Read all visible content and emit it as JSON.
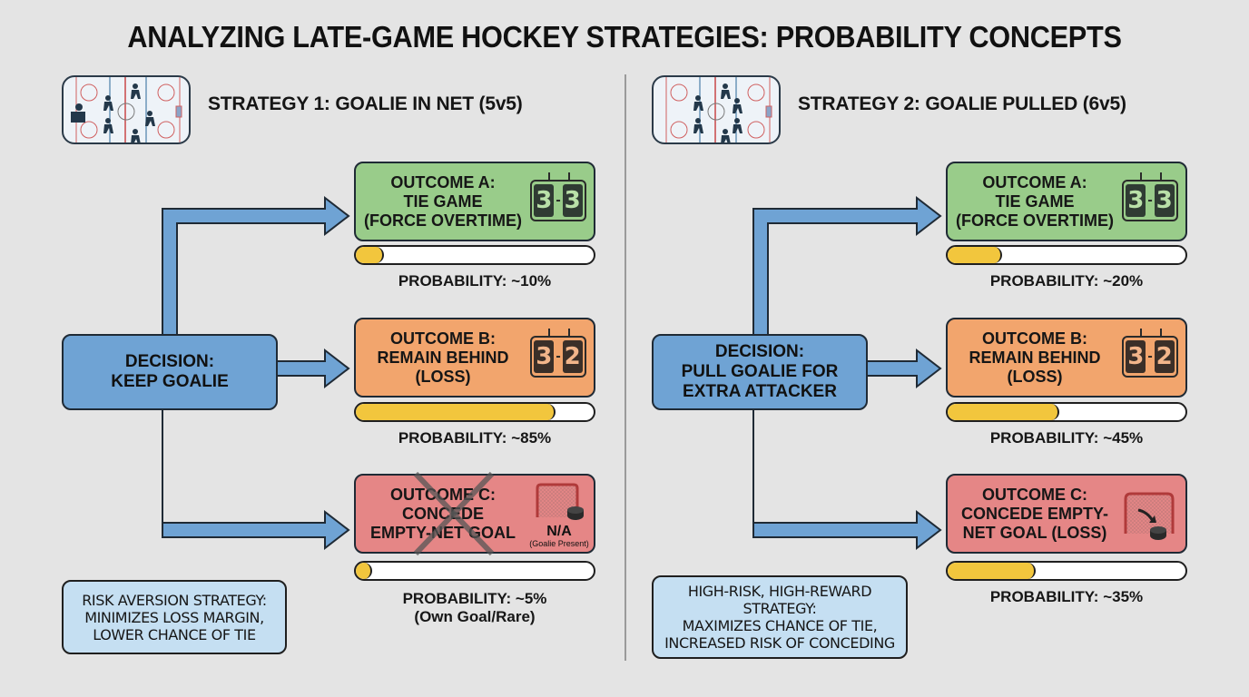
{
  "title": "ANALYZING LATE-GAME HOCKEY STRATEGIES: PROBABILITY CONCEPTS",
  "colors": {
    "background": "#e4e4e4",
    "decision_blue": "#6fa3d4",
    "outcome_green": "#99cc8a",
    "outcome_orange": "#f2a56d",
    "outcome_red": "#e58686",
    "bar_fill_yellow": "#f2c63d",
    "note_blue": "#c5dff2"
  },
  "strategies": [
    {
      "label": "STRATEGY 1: GOALIE IN NET (5v5)",
      "rink_icon": "hockey-rink-icon",
      "decision": "DECISION:\nKEEP GOALIE",
      "outcomes": [
        {
          "id": "A",
          "text": "OUTCOME A:\nTIE GAME\n(FORCE OVERTIME)",
          "icon": "scoreboard-icon",
          "score_left": "3",
          "score_right": "3",
          "probability_label": "PROBABILITY: ~10%",
          "probability": 10
        },
        {
          "id": "B",
          "text": "OUTCOME B:\nREMAIN BEHIND\n(LOSS)",
          "icon": "scoreboard-icon",
          "score_left": "3",
          "score_right": "2",
          "probability_label": "PROBABILITY: ~85%",
          "probability": 85
        },
        {
          "id": "C",
          "text": "OUTCOME C:\nCONCEDE\nEMPTY-NET GOAL",
          "icon": "goal-net-icon",
          "na_label": "N/A",
          "na_sub": "(Goalie Present)",
          "crossed_out": true,
          "probability_label": "PROBABILITY: ~5%\n(Own Goal/Rare)",
          "probability": 5
        }
      ],
      "note": "RISK AVERSION STRATEGY:\nMINIMIZES LOSS MARGIN,\nLOWER CHANCE OF TIE"
    },
    {
      "label": "STRATEGY 2: GOALIE PULLED (6v5)",
      "rink_icon": "hockey-rink-icon",
      "decision": "DECISION:\nPULL GOALIE FOR\nEXTRA ATTACKER",
      "outcomes": [
        {
          "id": "A",
          "text": "OUTCOME A:\nTIE GAME\n(FORCE OVERTIME)",
          "icon": "scoreboard-icon",
          "score_left": "3",
          "score_right": "3",
          "probability_label": "PROBABILITY: ~20%",
          "probability": 20
        },
        {
          "id": "B",
          "text": "OUTCOME B:\nREMAIN BEHIND\n(LOSS)",
          "icon": "scoreboard-icon",
          "score_left": "3",
          "score_right": "2",
          "probability_label": "PROBABILITY: ~45%",
          "probability": 45
        },
        {
          "id": "C",
          "text": "OUTCOME C:\nCONCEDE EMPTY-\nNET GOAL (LOSS)",
          "icon": "goal-net-puck-icon",
          "probability_label": "PROBABILITY: ~35%",
          "probability": 35
        }
      ],
      "note": "HIGH-RISK, HIGH-REWARD\nSTRATEGY:\nMAXIMIZES CHANCE OF TIE,\nINCREASED RISK OF CONCEDING"
    }
  ]
}
